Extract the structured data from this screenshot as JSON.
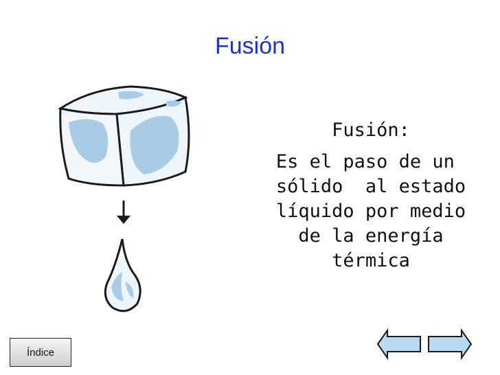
{
  "slide": {
    "title": "Fusión",
    "content": {
      "heading": "Fusión:",
      "body": "Es el paso de un \nsólido  al estado\nlíquido por medio\nde la energía\ntérmica"
    }
  },
  "navigation": {
    "index_label": "Índice",
    "prev_icon": "left-arrow-icon",
    "next_icon": "right-arrow-icon"
  },
  "colors": {
    "title": "#1c34c4",
    "arrow_fill": "#b8d9ef",
    "arrow_stroke": "#1a1a1a",
    "ice": "#a9cbe8"
  }
}
